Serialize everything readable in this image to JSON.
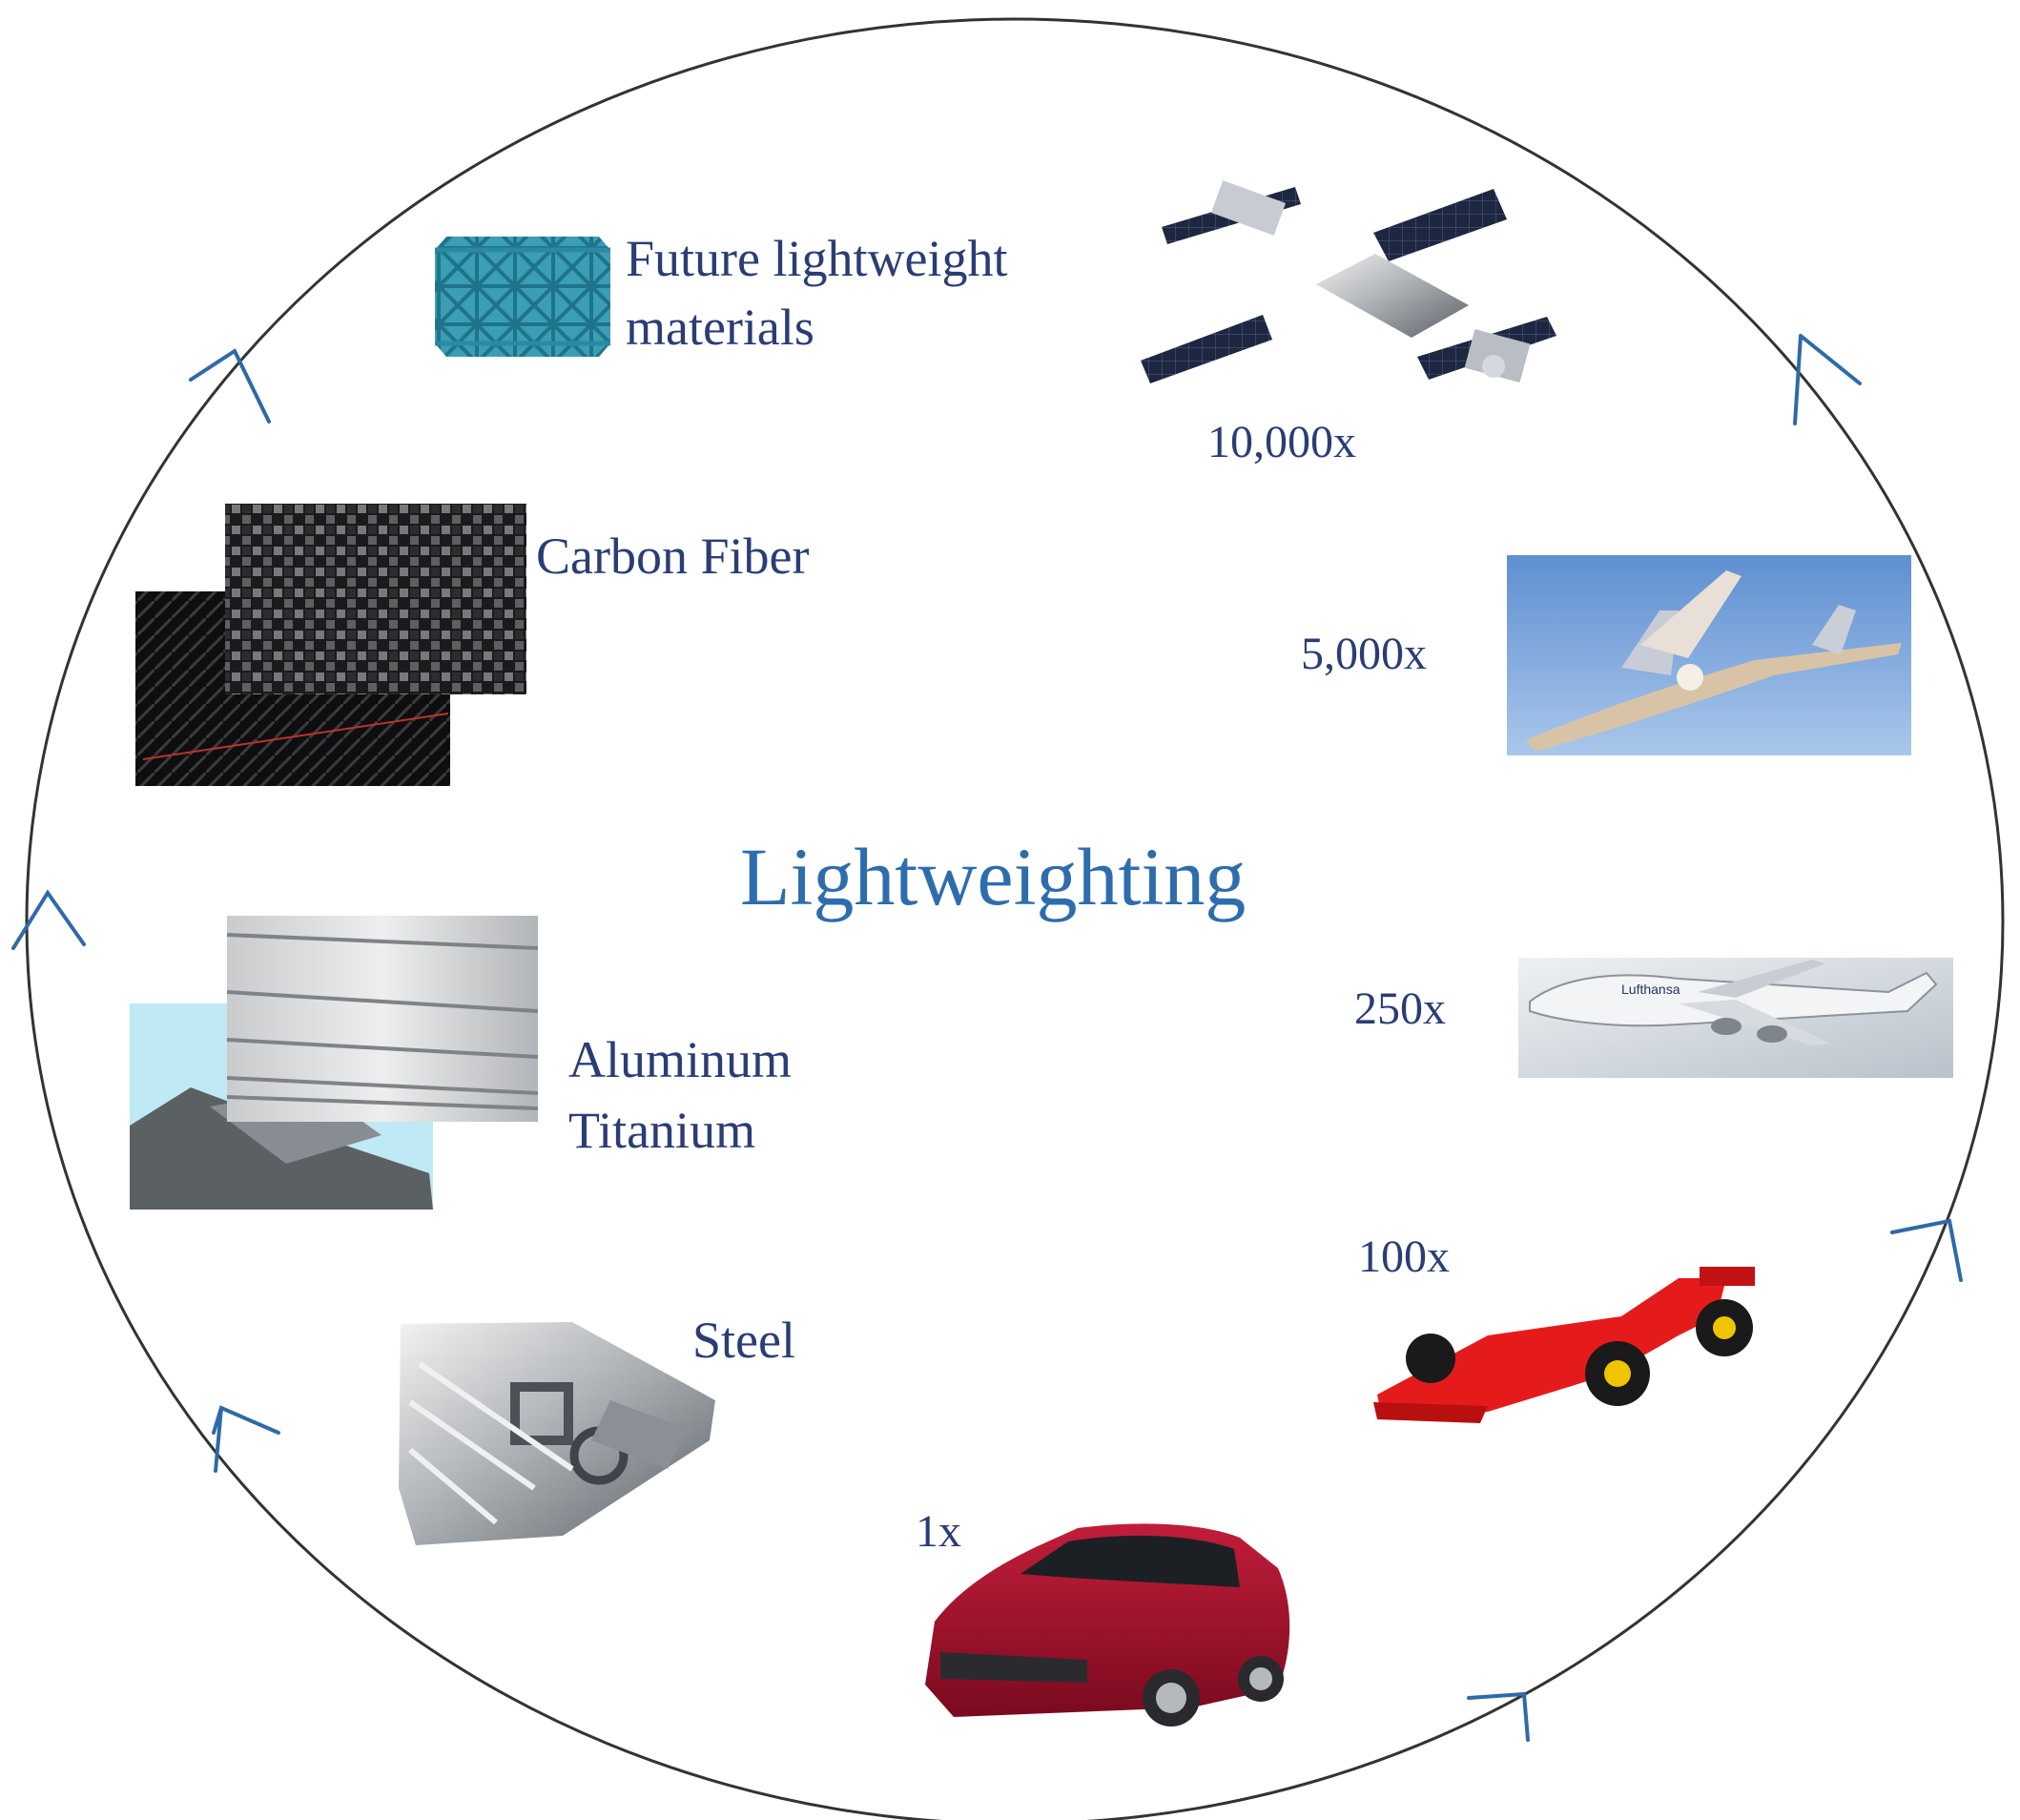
{
  "title": "Lightweighting",
  "materials": {
    "future": {
      "line1": "Future lightweight",
      "line2": "materials"
    },
    "carbon": "Carbon Fiber",
    "aluminum": "Aluminum",
    "titanium": "Titanium",
    "steel": "Steel"
  },
  "multipliers": {
    "space_station": "10,000x",
    "spaceplane": "5,000x",
    "airliner": "250x",
    "race_car": "100x",
    "sedan": "1x"
  },
  "colors": {
    "circle": "#333333",
    "arrow": "#2e6aa8",
    "label": "#2a3d74",
    "title": "#2e6dad"
  },
  "icons": [
    "lattice-icon",
    "space-station-icon",
    "spaceplane-icon",
    "airliner-icon",
    "race-car-icon",
    "sedan-icon",
    "steel-profiles-icon",
    "metal-sheets-icon",
    "carbon-fiber-icon"
  ]
}
